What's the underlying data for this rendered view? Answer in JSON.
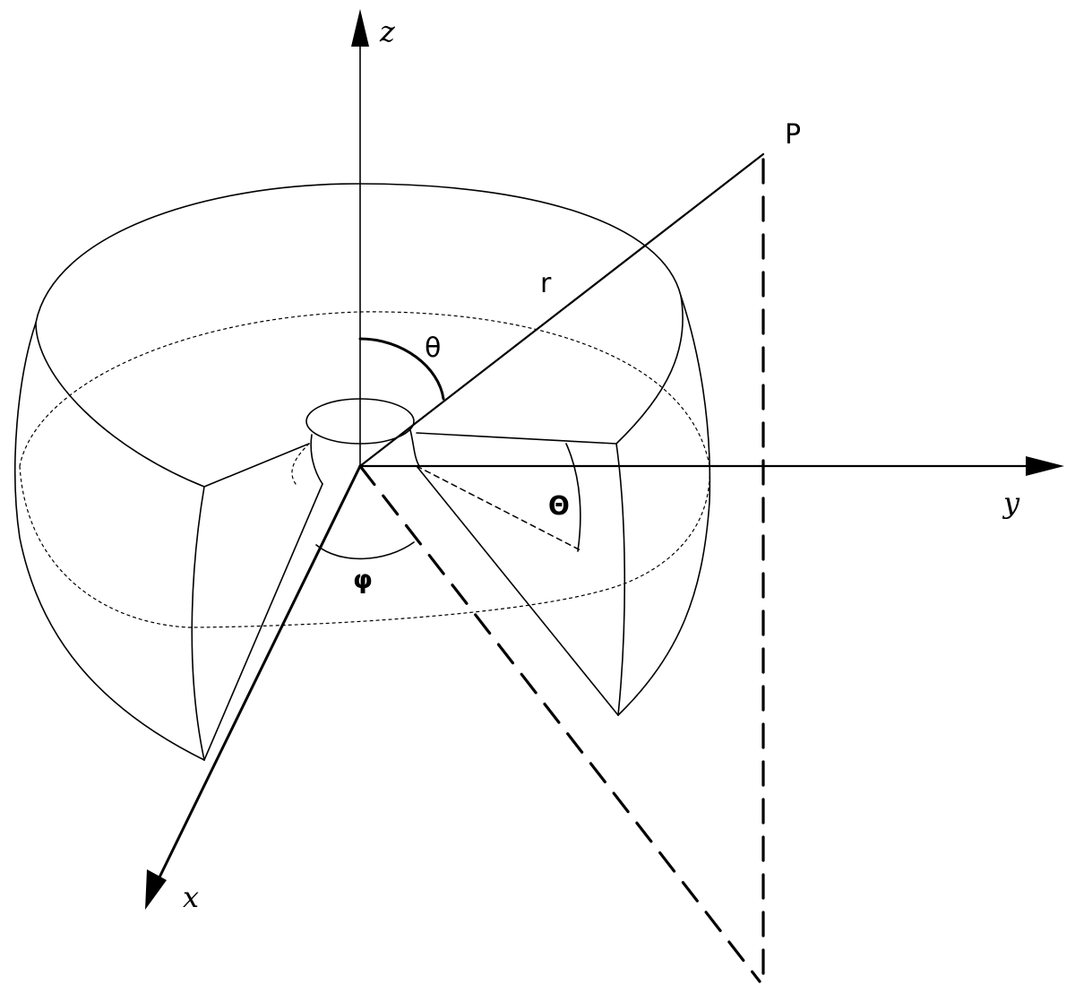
{
  "diagram": {
    "labels": {
      "z_axis": "z",
      "y_axis": "y",
      "x_axis": "x",
      "point": "P",
      "radius": "r",
      "theta": "θ",
      "big_theta": "Θ",
      "phi": "φ"
    },
    "colors": {
      "stroke": "#000000",
      "background": "#ffffff"
    }
  }
}
